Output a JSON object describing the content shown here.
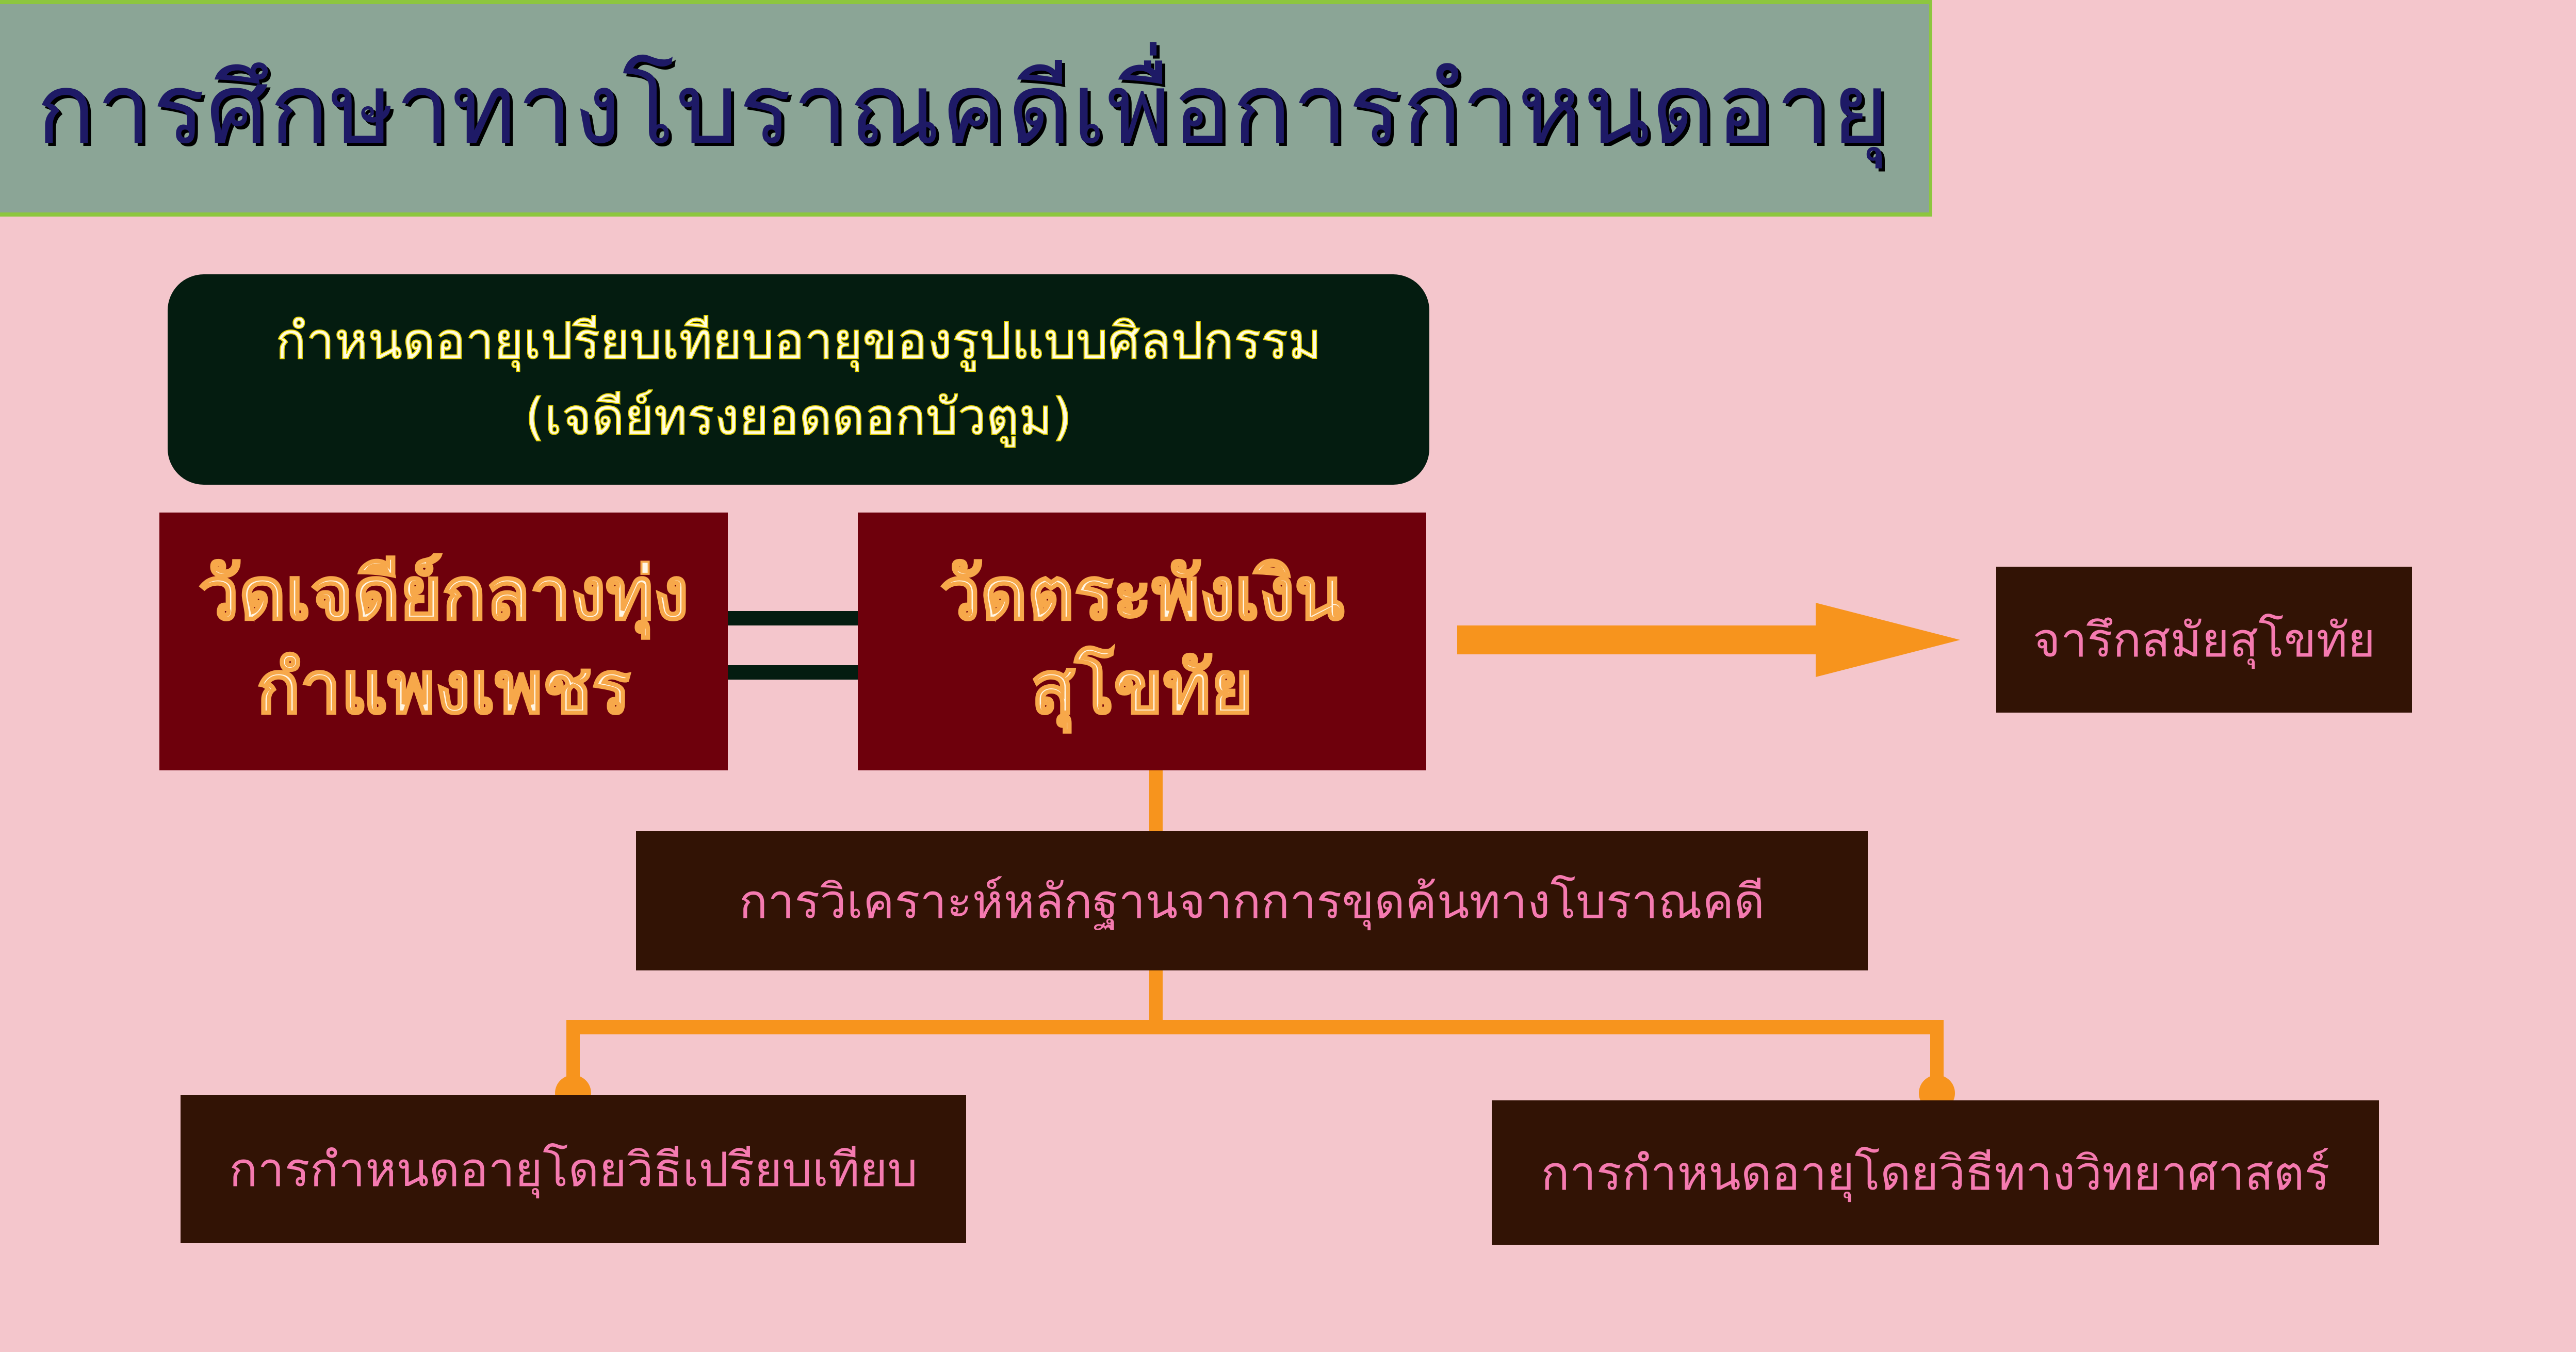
{
  "title": "การศึกษาทางโบราณคดีเพื่อการกำหนดอายุ",
  "comparison_box": {
    "line1": "กำหนดอายุเปรียบเทียบอายุของรูปแบบศิลปกรรม",
    "line2": "(เจดีย์ทรงยอดดอกบัวตูม)"
  },
  "site_a": {
    "line1": "วัดเจดีย์กลางทุ่ง",
    "line2": "กำแพงเพชร"
  },
  "site_b": {
    "line1": "วัดตระพังเงิน",
    "line2": "สุโขทัย"
  },
  "result_box": "จารึกสมัยสุโขทัย",
  "analysis_box": "การวิเคราะห์หลักฐานจากการขุดค้นทางโบราณคดี",
  "method_comparative": "การกำหนดอายุโดยวิธีเปรียบเทียบ",
  "method_scientific": "การกำหนดอายุโดยวิธีทางวิทยาศาสตร์",
  "colors": {
    "accent": "#f7941d",
    "site_bg": "#6e000c",
    "box_bg": "#321305",
    "pink_text": "#f57ab0"
  }
}
